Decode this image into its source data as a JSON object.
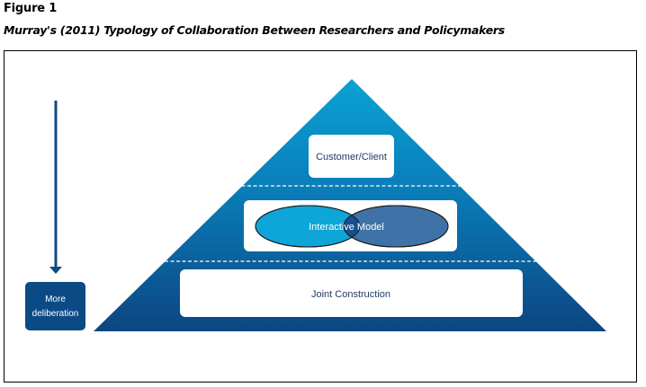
{
  "figure": {
    "label": "Figure 1",
    "title": "Murray's (2011) Typology of Collaboration Between Researchers and Policymakers"
  },
  "pyramid": {
    "levels": [
      {
        "label": "Customer/Client",
        "order": 1
      },
      {
        "label": "Interactive Model",
        "order": 2,
        "venn": true
      },
      {
        "label": "Joint Construction",
        "order": 3
      }
    ],
    "colors": {
      "top": "#0aa0d2",
      "bottom": "#0c4a86",
      "venn_left": "#0ea5d8",
      "venn_right": "#3f73a8",
      "venn_overlap": "#13508f",
      "text_dark": "#1e3a5f",
      "dash": "#ffffff"
    }
  },
  "axis": {
    "direction_label_line1": "More",
    "direction_label_line2": "deliberation",
    "arrow_color": "#0c4a86",
    "box_color": "#0c4a86"
  }
}
